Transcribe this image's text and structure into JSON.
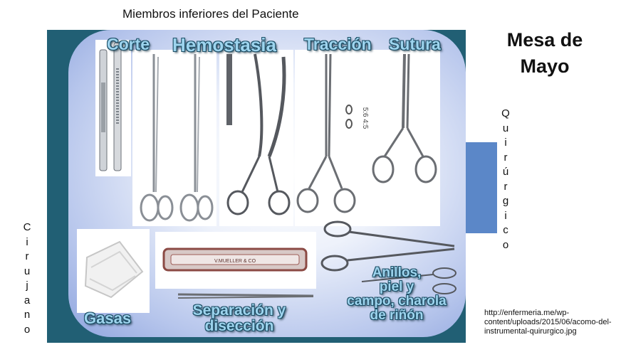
{
  "top_caption": "Miembros inferiores del Paciente",
  "title_lines": [
    "Mesa de",
    "Mayo"
  ],
  "side_label_right": [
    "Q",
    "u",
    "i",
    "r",
    "ú",
    "r",
    "g",
    "i",
    "c",
    "o"
  ],
  "side_label_left": [
    "C",
    "i",
    "r",
    "u",
    "j",
    "a",
    "n",
    "o"
  ],
  "categories": {
    "corte": "Corte",
    "hemostasia": "Hemostasia",
    "traccion": "Tracción",
    "sutura": "Sutura",
    "gasas": "Gasas",
    "separacion_line1": "Separación y",
    "separacion_line2": "disección",
    "anillos_line1": "Anillos,",
    "anillos_line2": "piel y",
    "anillos_line3": "campo, charola",
    "anillos_line4": "de riñón"
  },
  "instrument_markings": {
    "clamp_numbers": "5:6 4:5",
    "retractor_brand": "V.MUELLER & CO"
  },
  "source_url": "http://enfermeria.me/wp-content/uploads/2015/06/acomo-del-instrumental-quirurgico.jpg",
  "colors": {
    "tray_dark": "#215f74",
    "tray_light": "#8ea4de",
    "side_block": "#5b87c8",
    "category_text": "#9ed4ee"
  }
}
